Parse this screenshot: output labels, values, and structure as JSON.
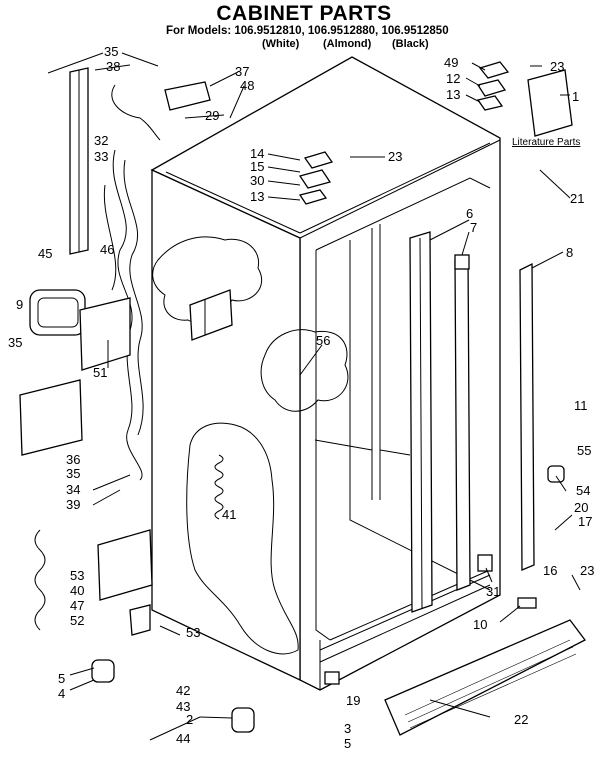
{
  "title": "CABINET PARTS",
  "models_line": "For Models: 106.9512810, 106.9512880, 106.9512850",
  "variants": [
    "(White)",
    "(Almond)",
    "(Black)"
  ],
  "literature_label": "Literature Parts",
  "callouts": {
    "c35a": "35",
    "c38": "38",
    "c37": "37",
    "c48": "48",
    "c29": "29",
    "c32": "32",
    "c33": "33",
    "c49": "49",
    "c23a": "23",
    "c12": "12",
    "c13a": "13",
    "c1": "1",
    "c14": "14",
    "c15": "15",
    "c23b": "23",
    "c30": "30",
    "c13b": "13",
    "c21": "21",
    "c45": "45",
    "c46": "46",
    "c6": "6",
    "c7": "7",
    "c8": "8",
    "c9": "9",
    "c35b": "35",
    "c56": "56",
    "c51": "51",
    "c11": "11",
    "c36": "36",
    "c35c": "35",
    "c34": "34",
    "c39": "39",
    "c41": "41",
    "c55": "55",
    "c54": "54",
    "c20": "20",
    "c17": "17",
    "c16": "16",
    "c23c": "23",
    "c53a": "53",
    "c40": "40",
    "c47": "47",
    "c52": "52",
    "c53b": "53",
    "c31": "31",
    "c10": "10",
    "c5a": "5",
    "c4": "4",
    "c42": "42",
    "c43": "43",
    "c44": "44",
    "c2": "2",
    "c3": "3",
    "c5b": "5",
    "c19": "19",
    "c22": "22"
  }
}
